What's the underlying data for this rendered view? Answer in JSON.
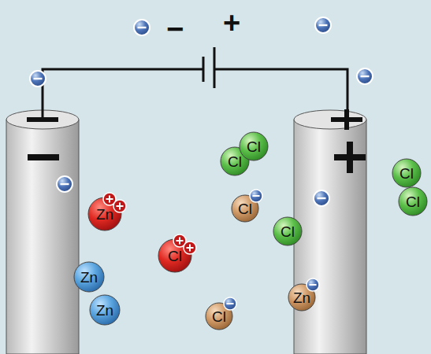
{
  "diagram": {
    "nodes": [
      {
        "text": [
          "Cl"
        ]
      },
      {
        "text": [
          "Cl"
        ]
      },
      {
        "text": [
          "Cl"
        ]
      },
      {
        "text": [
          "Cl"
        ]
      },
      {
        "text": [
          "Zn"
        ]
      },
      {
        "text": [
          "Cl"
        ]
      },
      {
        "text": [
          "Cl"
        ]
      },
      {
        "text": [
          "Cl"
        ]
      },
      {
        "text": [
          "Zn"
        ]
      },
      {
        "text": [
          "Zn"
        ]
      },
      {
        "text": [
          "Cl"
        ]
      },
      {
        "text": [
          "Zn"
        ]
      }
    ],
    "labels": [
      "−",
      "+"
    ]
  }
}
